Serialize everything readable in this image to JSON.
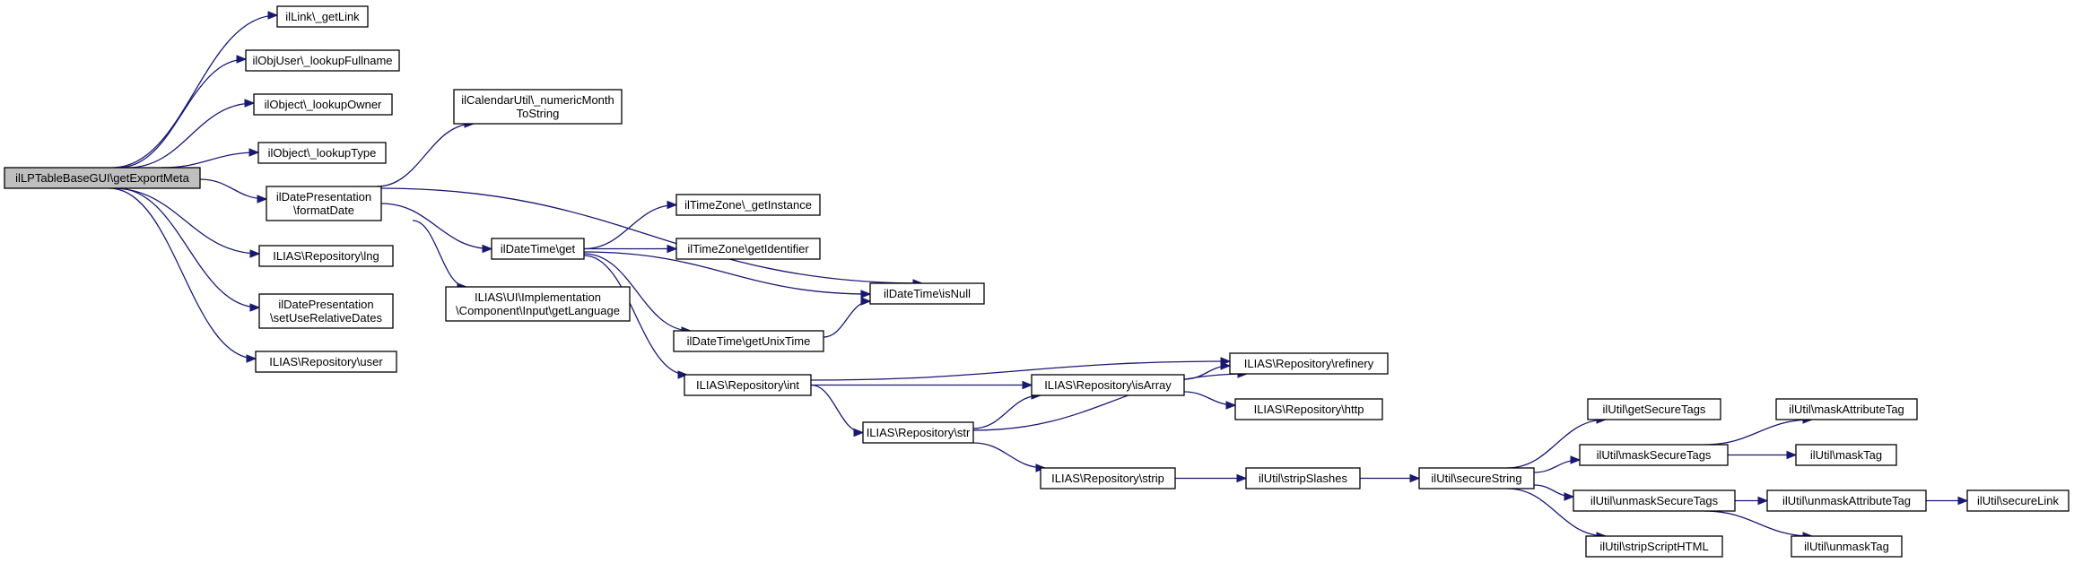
{
  "graph": {
    "colors": {
      "edge": "#191970",
      "node_fill": "#ffffff",
      "root_fill": "#bfbfbf",
      "node_border": "#000000"
    },
    "root": "getExportMeta",
    "nodes": [
      {
        "id": "getExportMeta",
        "lines": [
          "ilLPTableBaseGUI\\getExportMeta"
        ]
      },
      {
        "id": "getLink",
        "lines": [
          "ilLink\\_getLink"
        ]
      },
      {
        "id": "lookupFullname",
        "lines": [
          "ilObjUser\\_lookupFullname"
        ]
      },
      {
        "id": "lookupOwner",
        "lines": [
          "ilObject\\_lookupOwner"
        ]
      },
      {
        "id": "lookupType",
        "lines": [
          "ilObject\\_lookupType"
        ]
      },
      {
        "id": "formatDate",
        "lines": [
          "ilDatePresentation",
          "\\formatDate"
        ]
      },
      {
        "id": "lng",
        "lines": [
          "ILIAS\\Repository\\lng"
        ]
      },
      {
        "id": "setUseRelativeDates",
        "lines": [
          "ilDatePresentation",
          "\\setUseRelativeDates"
        ]
      },
      {
        "id": "user",
        "lines": [
          "ILIAS\\Repository\\user"
        ]
      },
      {
        "id": "numericMonth",
        "lines": [
          "ilCalendarUtil\\_numericMonth",
          "ToString"
        ]
      },
      {
        "id": "dtGet",
        "lines": [
          "ilDateTime\\get"
        ]
      },
      {
        "id": "getLanguage",
        "lines": [
          "ILIAS\\UI\\Implementation",
          "\\Component\\Input\\getLanguage"
        ]
      },
      {
        "id": "getInstance",
        "lines": [
          "ilTimeZone\\_getInstance"
        ]
      },
      {
        "id": "getIdentifier",
        "lines": [
          "ilTimeZone\\getIdentifier"
        ]
      },
      {
        "id": "isNull",
        "lines": [
          "ilDateTime\\isNull"
        ]
      },
      {
        "id": "getUnixTime",
        "lines": [
          "ilDateTime\\getUnixTime"
        ]
      },
      {
        "id": "repoInt",
        "lines": [
          "ILIAS\\Repository\\int"
        ]
      },
      {
        "id": "refinery",
        "lines": [
          "ILIAS\\Repository\\refinery"
        ]
      },
      {
        "id": "isArray",
        "lines": [
          "ILIAS\\Repository\\isArray"
        ]
      },
      {
        "id": "http",
        "lines": [
          "ILIAS\\Repository\\http"
        ]
      },
      {
        "id": "repoStr",
        "lines": [
          "ILIAS\\Repository\\str"
        ]
      },
      {
        "id": "strip",
        "lines": [
          "ILIAS\\Repository\\strip"
        ]
      },
      {
        "id": "stripSlashes",
        "lines": [
          "ilUtil\\stripSlashes"
        ]
      },
      {
        "id": "secureString",
        "lines": [
          "ilUtil\\secureString"
        ]
      },
      {
        "id": "getSecureTags",
        "lines": [
          "ilUtil\\getSecureTags"
        ]
      },
      {
        "id": "maskSecureTags",
        "lines": [
          "ilUtil\\maskSecureTags"
        ]
      },
      {
        "id": "unmaskSecureTags",
        "lines": [
          "ilUtil\\unmaskSecureTags"
        ]
      },
      {
        "id": "stripScriptHTML",
        "lines": [
          "ilUtil\\stripScriptHTML"
        ]
      },
      {
        "id": "maskAttributeTag",
        "lines": [
          "ilUtil\\maskAttributeTag"
        ]
      },
      {
        "id": "maskTag",
        "lines": [
          "ilUtil\\maskTag"
        ]
      },
      {
        "id": "unmaskAttributeTag",
        "lines": [
          "ilUtil\\unmaskAttributeTag"
        ]
      },
      {
        "id": "unmaskTag",
        "lines": [
          "ilUtil\\unmaskTag"
        ]
      },
      {
        "id": "secureLink",
        "lines": [
          "ilUtil\\secureLink"
        ]
      }
    ],
    "edges": [
      [
        "getExportMeta",
        "getLink"
      ],
      [
        "getExportMeta",
        "lookupFullname"
      ],
      [
        "getExportMeta",
        "lookupOwner"
      ],
      [
        "getExportMeta",
        "lookupType"
      ],
      [
        "getExportMeta",
        "formatDate"
      ],
      [
        "getExportMeta",
        "lng"
      ],
      [
        "getExportMeta",
        "setUseRelativeDates"
      ],
      [
        "getExportMeta",
        "user"
      ],
      [
        "formatDate",
        "numericMonth"
      ],
      [
        "formatDate",
        "isNull"
      ],
      [
        "formatDate",
        "dtGet"
      ],
      [
        "formatDate",
        "getLanguage"
      ],
      [
        "dtGet",
        "getInstance"
      ],
      [
        "dtGet",
        "getIdentifier"
      ],
      [
        "dtGet",
        "isNull"
      ],
      [
        "dtGet",
        "getUnixTime"
      ],
      [
        "dtGet",
        "repoInt"
      ],
      [
        "getUnixTime",
        "isNull"
      ],
      [
        "repoInt",
        "refinery"
      ],
      [
        "repoInt",
        "isArray"
      ],
      [
        "repoInt",
        "repoStr"
      ],
      [
        "isArray",
        "refinery"
      ],
      [
        "isArray",
        "http"
      ],
      [
        "repoStr",
        "isArray"
      ],
      [
        "repoStr",
        "refinery"
      ],
      [
        "repoStr",
        "strip"
      ],
      [
        "strip",
        "stripSlashes"
      ],
      [
        "stripSlashes",
        "secureString"
      ],
      [
        "secureString",
        "getSecureTags"
      ],
      [
        "secureString",
        "maskSecureTags"
      ],
      [
        "secureString",
        "unmaskSecureTags"
      ],
      [
        "secureString",
        "stripScriptHTML"
      ],
      [
        "maskSecureTags",
        "maskAttributeTag"
      ],
      [
        "maskSecureTags",
        "maskTag"
      ],
      [
        "unmaskSecureTags",
        "unmaskAttributeTag"
      ],
      [
        "unmaskSecureTags",
        "unmaskTag"
      ],
      [
        "unmaskAttributeTag",
        "secureLink"
      ]
    ]
  }
}
